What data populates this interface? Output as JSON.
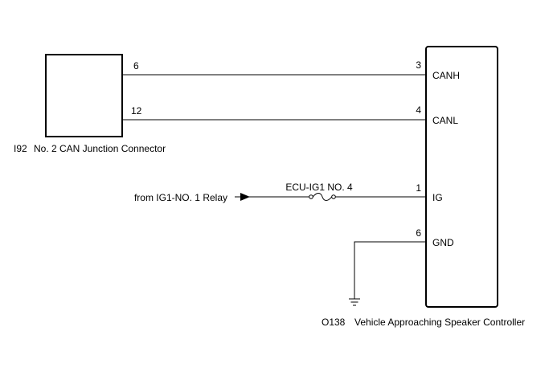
{
  "junction_connector": {
    "code": "I92",
    "name": "No. 2 CAN Junction Connector",
    "pins": {
      "canh": "6",
      "canl": "12"
    }
  },
  "controller": {
    "code": "O138",
    "name": "Vehicle Approaching Speaker Controller",
    "terminals": [
      {
        "pin": "3",
        "label": "CANH"
      },
      {
        "pin": "4",
        "label": "CANL"
      },
      {
        "pin": "1",
        "label": "IG"
      },
      {
        "pin": "6",
        "label": "GND"
      }
    ]
  },
  "power_source": {
    "label": "from IG1-NO. 1 Relay"
  },
  "fuse": {
    "label": "ECU-IG1 NO. 4"
  }
}
